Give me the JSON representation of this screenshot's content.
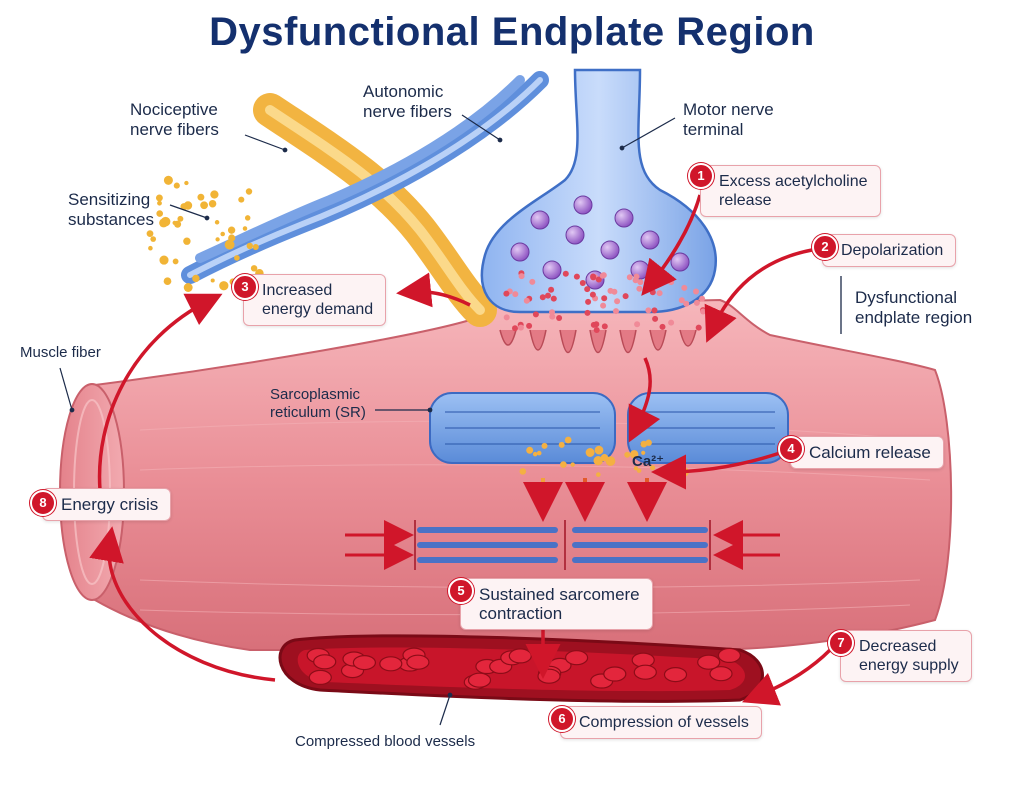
{
  "title": "Dysfunctional Endplate Region",
  "labels": {
    "nociceptive": "Nociceptive\nnerve fibers",
    "autonomic": "Autonomic\nnerve fibers",
    "motor": "Motor nerve\nterminal",
    "sensitizing": "Sensitizing\nsubstances",
    "muscle_fiber": "Muscle fiber",
    "sr": "Sarcoplasmic\nreticulum (SR)",
    "region": "Dysfunctional\nendplate region",
    "vessels": "Compressed blood vessels",
    "calcium_symbol": "Ca²⁺"
  },
  "steps": [
    {
      "num": "1",
      "text": "Excess acetylcholine\nrelease"
    },
    {
      "num": "2",
      "text": "Depolarization"
    },
    {
      "num": "3",
      "text": "Increased\nenergy demand"
    },
    {
      "num": "4",
      "text": "Calcium release"
    },
    {
      "num": "5",
      "text": "Sustained sarcomere\ncontraction"
    },
    {
      "num": "6",
      "text": "Compression of vessels"
    },
    {
      "num": "7",
      "text": "Decreased\nenergy supply"
    },
    {
      "num": "8",
      "text": "Energy crisis"
    }
  ],
  "colors": {
    "title": "#14306e",
    "badge": "#d0162a",
    "muscle": "#e98a92",
    "nerve_blue": "#6f9be0",
    "nerve_orange": "#f2b441",
    "vesicle": "#9a63c9",
    "arrow": "#d0162a"
  }
}
